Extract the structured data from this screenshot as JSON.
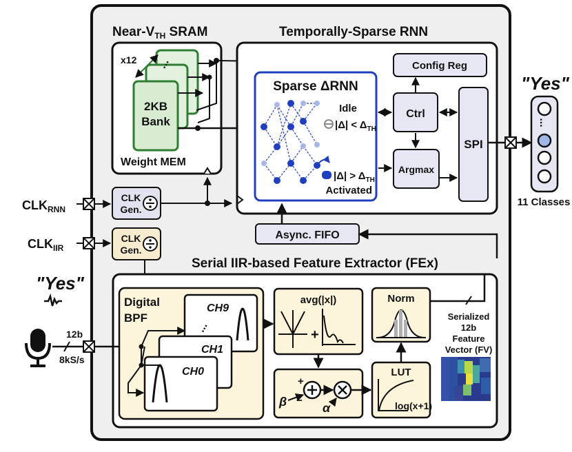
{
  "chip": {
    "sram_title": "Near-V",
    "sram_title_sub": "TH",
    "sram_title_tail": " SRAM",
    "rnn_title": "Temporally-Sparse RNN",
    "fex_title": "Serial IIR-based Feature Extractor (FEx)"
  },
  "sram": {
    "bank_count": "x12",
    "bank_label_1": "2KB",
    "bank_label_2": "Bank",
    "dots": "...",
    "mem_label": "Weight MEM"
  },
  "rnn": {
    "sparse_title": "Sparse ΔRNN",
    "idle_label": "Idle",
    "idle_cond": "|Δ| < Δ",
    "idle_cond_sub": "TH",
    "active_cond": "|Δ| > Δ",
    "active_cond_sub": "TH",
    "activated_label": "Activated",
    "config_reg": "Config Reg",
    "ctrl": "Ctrl",
    "argmax": "Argmax",
    "spi": "SPI",
    "fifo": "Async. FIFO"
  },
  "clocks": {
    "rnn_label": "CLK",
    "rnn_sub": "RNN",
    "iir_label": "CLK",
    "iir_sub": "IIR",
    "gen_line1": "CLK",
    "gen_line2": "Gen."
  },
  "output": {
    "yes_label": "\"Yes\"",
    "dots": "...",
    "classes_label": "11 Classes"
  },
  "input": {
    "yes_label": "\"Yes\"",
    "bits_label": "12b",
    "rate_label": "8kS/s"
  },
  "fex": {
    "bpf_line1": "Digital",
    "bpf_line2": "BPF",
    "ch9": "CH9",
    "ch_dots": "...",
    "ch1": "CH1",
    "ch0": "CH0",
    "avg_label": "avg(|x|)",
    "plus_sign": "+",
    "norm_label": "Norm",
    "lut_label": "LUT",
    "log_label": "log(x+1)",
    "beta": "β",
    "alpha": "α",
    "plus_in": "+",
    "minus_in": "−",
    "fv_line1": "Serialized",
    "fv_line2": "12b",
    "fv_line3": "Feature",
    "fv_line4": "Vector (FV)"
  },
  "colors": {
    "chip_bg": "#efefef",
    "block_fill": "#e7e7f3",
    "green_fill": "#e3f1df",
    "green_stroke": "#2e7d32",
    "blue_accent": "#1f3fbf",
    "clk_rnn_fill": "#e3e3ef",
    "clk_iir_fill": "#f7ecd0",
    "fex_block_fill": "#fdf4dc"
  }
}
